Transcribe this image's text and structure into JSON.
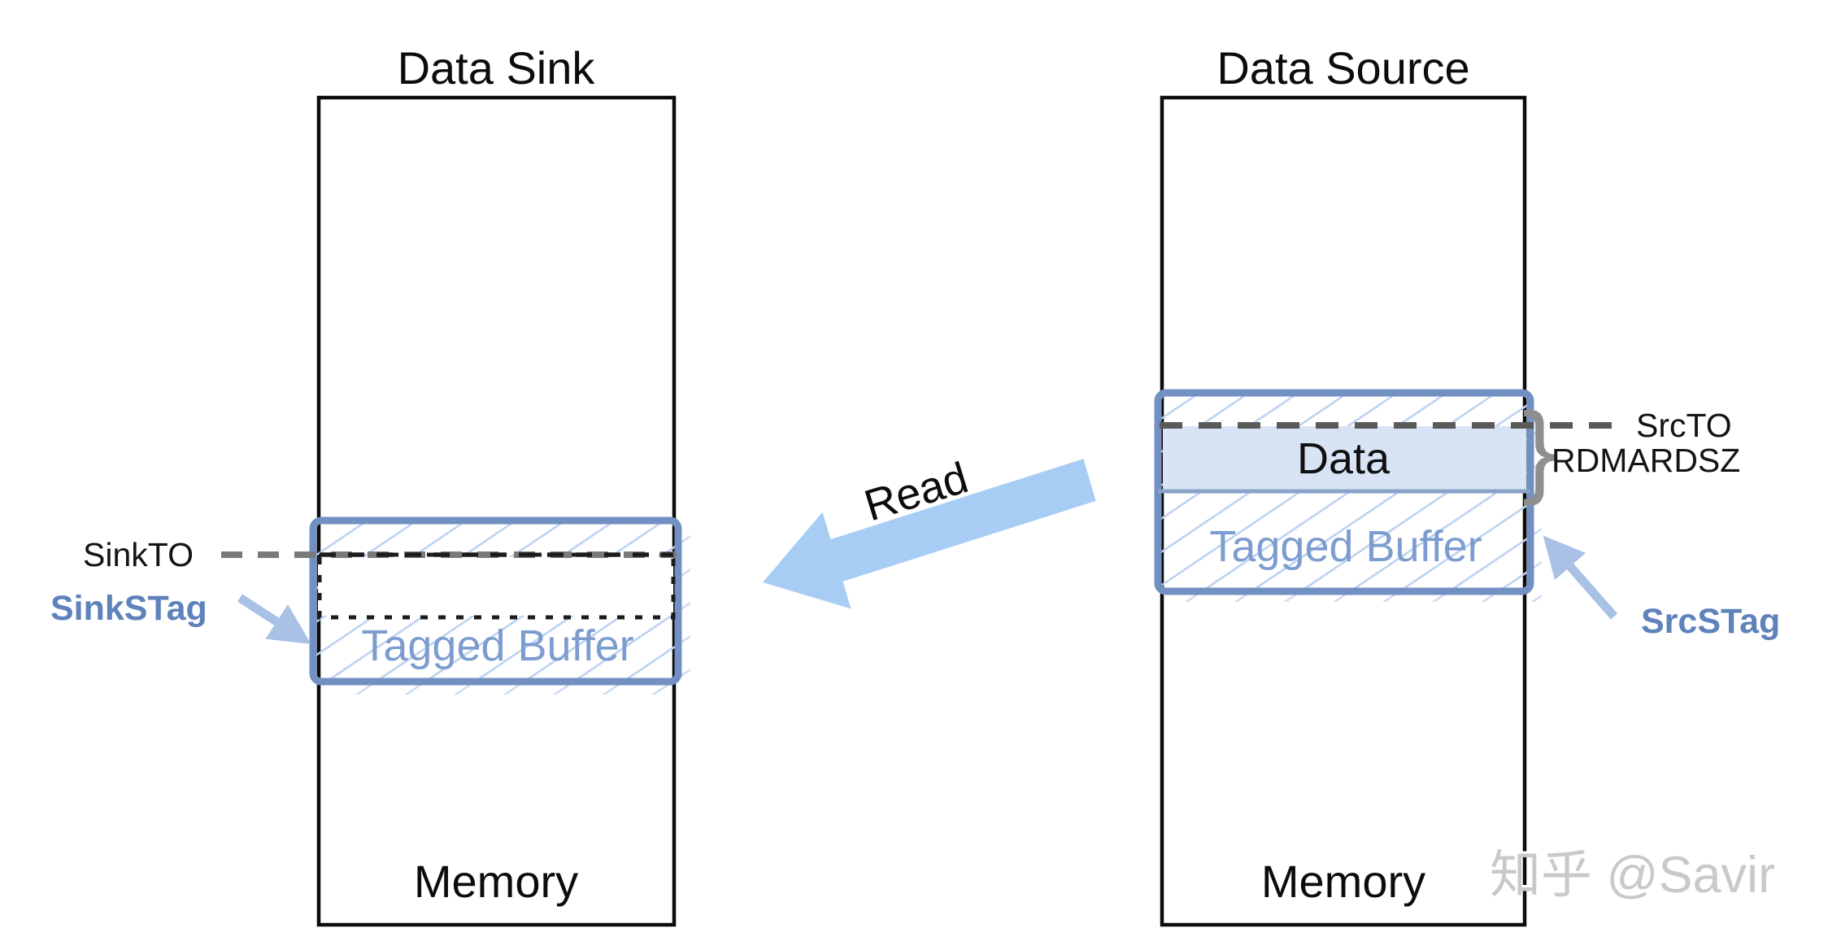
{
  "diagram": {
    "left_panel": {
      "title": "Data Sink",
      "memory_label": "Memory",
      "tagged_buffer_label": "Tagged Buffer",
      "offset_label": "SinkTO",
      "stag_label": "SinkSTag"
    },
    "right_panel": {
      "title": "Data Source",
      "memory_label": "Memory",
      "data_label": "Data",
      "tagged_buffer_label": "Tagged Buffer",
      "offset_label": "SrcTO",
      "read_size_label": "RDMARDSZ",
      "stag_label": "SrcSTag",
      "brace_glyph": "}"
    },
    "read_arrow_label": "Read",
    "watermark": "知乎 @Savir",
    "colors": {
      "box_border": "#7390c3",
      "hatch_line": "#bdd3f0",
      "data_fill": "#d8e4f6",
      "data_border": "#8ba3c9",
      "buffer_label_blue": "#7d9ccf",
      "stag_label_blue": "#5e82ba",
      "stag_arrow_blue": "#9fbbe3",
      "read_arrow_blue": "#a7cdf5",
      "dash_gray": "#7a7a7a",
      "dash_black": "#1c1c1c",
      "watermark_gray": "#c9c9c9"
    }
  }
}
